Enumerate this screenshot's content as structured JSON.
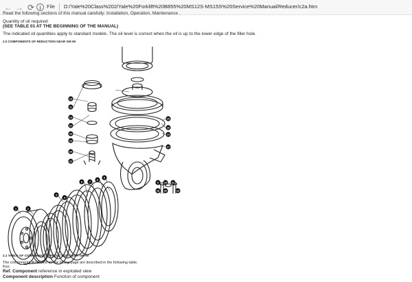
{
  "browser": {
    "back_glyph": "←",
    "forward_glyph": "→",
    "reload_glyph": "⟳",
    "info_glyph": "i",
    "scheme_label": "File",
    "url": "D:/Yale%20Class%202/Yale%20Forklift%20B855%20MS12S-MS15S%20Service%20Manual/Reducer/c2a.htm"
  },
  "doc": {
    "intro_cut": "Read the following sections of this manual carefully:  Installation, Operation, Maintenance .",
    "oil_label": "Quantity of oil required:",
    "oil_ref": "(SEE TABLE 01 AT THE BEGINNING OF THE MANUAL)",
    "oil_note": "The indicated oil quantities apply to standard models. The oil level is correct when the oil is up to the lower edge of the filler hole.",
    "section_heading": "2.0 COMPONENTS OF REDUCTION GEAR GR-90",
    "table_heading": "2.1 TABLE OF COMPONENTS - REDUCTION GEAR GR-90",
    "table_intro": "The components illustrated on the facing page are described in the following table.",
    "key_label": "Key:",
    "ref_component_bold": "Ref. Component",
    "ref_component_desc": "reference in exploded view",
    "component_desc_bold": "Component description",
    "component_desc_text": "Function of component"
  },
  "diagram": {
    "callouts": [
      "13",
      "11",
      "12",
      "21",
      "10",
      "12",
      "24",
      "22",
      "15",
      "16",
      "14",
      "17",
      "8",
      "7",
      "6",
      "5",
      "4",
      "3",
      "2",
      "1",
      "9",
      "18",
      "19",
      "20",
      "21",
      "23"
    ]
  }
}
